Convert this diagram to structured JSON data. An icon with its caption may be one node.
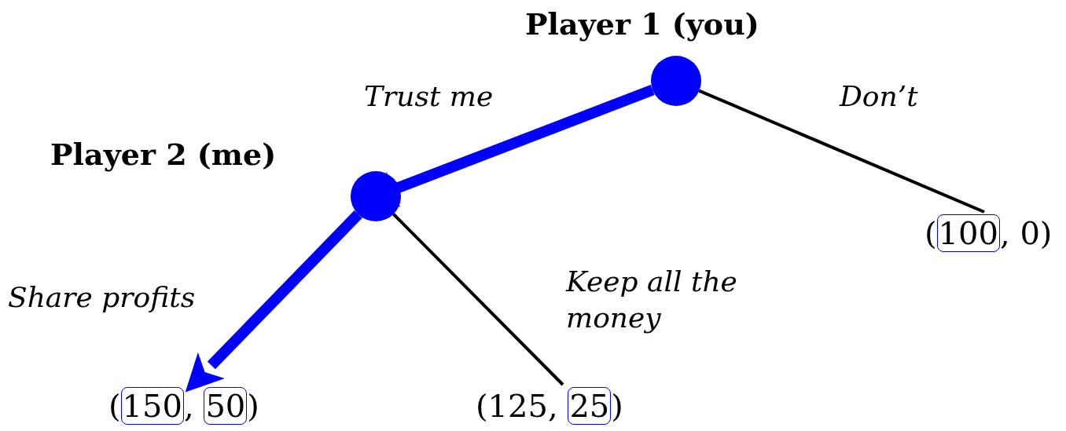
{
  "diagram": {
    "nodes": [
      {
        "text": [
          "Player 1 (you)"
        ]
      },
      {
        "text": [
          "Player 2 (me)"
        ]
      },
      {
        "text": [
          "(100, 0)"
        ]
      },
      {
        "text": [
          "(150, 50)"
        ]
      },
      {
        "text": [
          "(125, 25)"
        ]
      }
    ],
    "edges": [
      {
        "from": 0,
        "to": 1,
        "arrow": "to",
        "label": "Trust me",
        "style": "thick",
        "color": "#0000ff"
      },
      {
        "from": 0,
        "to": 2,
        "arrow": "none",
        "label": "Don’t",
        "color": "#000000"
      },
      {
        "from": 1,
        "to": 3,
        "arrow": "to",
        "label": "Share profits",
        "style": "thick",
        "color": "#0000ff"
      },
      {
        "from": 1,
        "to": 4,
        "arrow": "none",
        "label": "Keep all the money",
        "color": "#000000"
      }
    ]
  }
}
